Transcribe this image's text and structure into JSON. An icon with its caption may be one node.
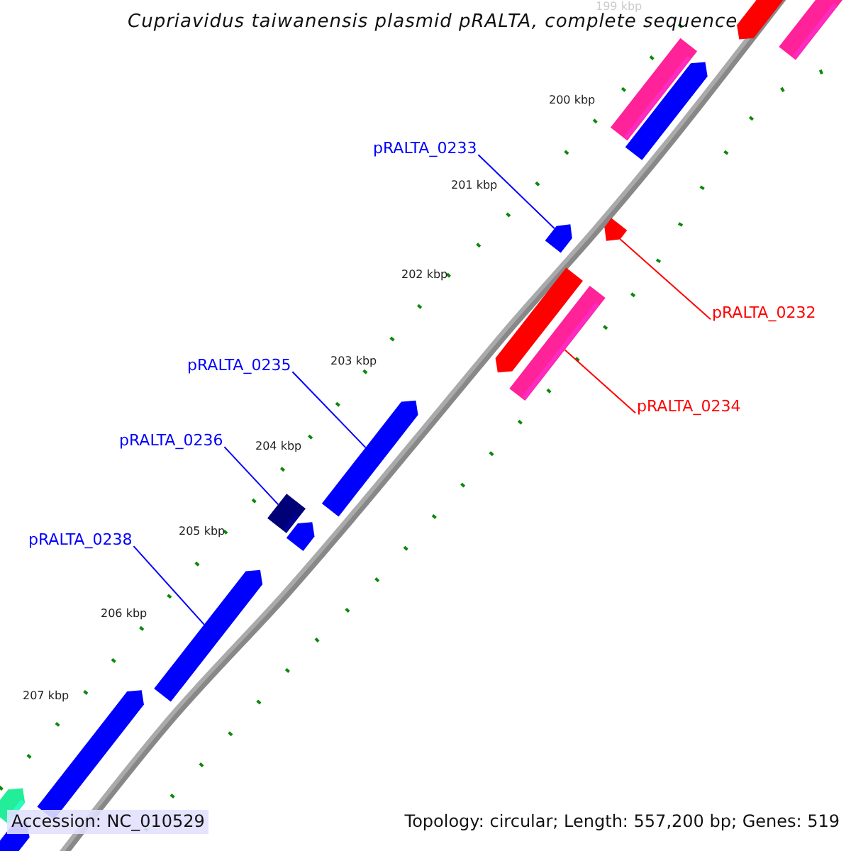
{
  "diagram": {
    "title": "Cupriavidus taiwanensis plasmid pRALTA, complete sequence",
    "nodes": [
      {
        "text": [
          "pRALTA_0233"
        ]
      },
      {
        "text": [
          "pRALTA_0232"
        ]
      },
      {
        "text": [
          "pRALTA_0234"
        ]
      },
      {
        "text": [
          "pRALTA_0235"
        ]
      },
      {
        "text": [
          "pRALTA_0236"
        ]
      },
      {
        "text": [
          "pRALTA_0238"
        ]
      },
      {
        "text": [],
        "shape": "bar"
      },
      {
        "text": [],
        "shape": "box"
      },
      {
        "text": [],
        "shape": "box"
      },
      {
        "text": [],
        "shape": "bar"
      },
      {
        "text": [],
        "shape": "bar"
      },
      {
        "text": [],
        "shape": "bar"
      },
      {
        "text": [],
        "shape": "bar"
      },
      {
        "text": [],
        "shape": "box"
      },
      {
        "text": [],
        "shape": "bar"
      },
      {
        "text": [],
        "shape": "box"
      },
      {
        "text": [],
        "shape": "bar"
      },
      {
        "text": [],
        "shape": "bar"
      },
      {
        "text": [],
        "shape": "bar"
      },
      {
        "text": [],
        "shape": "bar"
      },
      {
        "text": [],
        "shape": "bar"
      }
    ],
    "edges": [
      {
        "from": 0,
        "to": 10,
        "arrow": "none"
      },
      {
        "from": 1,
        "to": 11,
        "arrow": "none",
        "color": "#ff0000"
      },
      {
        "from": 2,
        "to": 13,
        "arrow": "none",
        "color": "#ff0000"
      },
      {
        "from": 3,
        "to": 14,
        "arrow": "none"
      },
      {
        "from": 4,
        "to": 15,
        "arrow": "none"
      },
      {
        "from": 5,
        "to": 17,
        "arrow": "none"
      }
    ],
    "labels": [
      "199 kbp",
      "200 kbp",
      "201 kbp",
      "202 kbp",
      "203 kbp",
      "204 kbp",
      "205 kbp",
      "206 kbp",
      "207 kbp",
      "Accession: NC_010529",
      "Topology: circular; Length: 557,200 bp; Genes: 519"
    ]
  }
}
